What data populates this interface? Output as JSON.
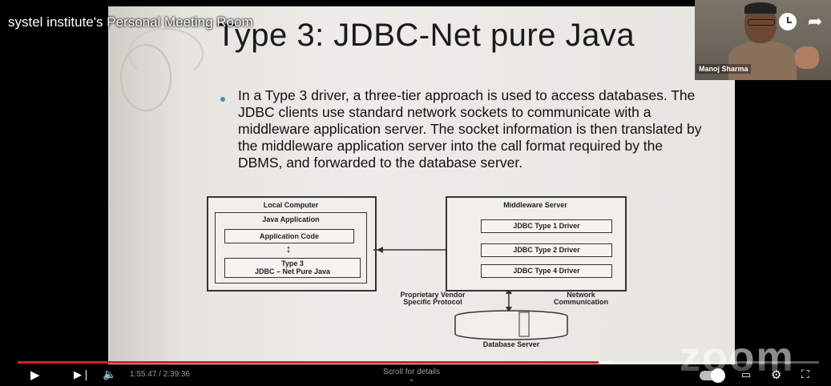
{
  "video": {
    "overlay_title": "systel institute's Personal Meeting Room",
    "time_current": "1:55:47",
    "time_separator": " / ",
    "time_total": "2:39:36",
    "progress": 0.725,
    "buffered": 0.74,
    "scroll_hint": "Scroll for details",
    "blurred_caption": "",
    "watermark": "zoom"
  },
  "participant": {
    "name": "Manoj Sharma"
  },
  "slide": {
    "title": "Type 3: JDBC-Net pure Java",
    "body": "In a Type 3 driver, a three-tier approach is used to access databases. The JDBC clients use standard network sockets to communicate with a middleware application server. The socket information is then translated by the middleware application server into the call format required by the DBMS, and forwarded to the database server.",
    "diagram": {
      "local_computer": "Local Computer",
      "java_application": "Java Application",
      "application_code": "Application Code",
      "type3_line1": "Type 3",
      "type3_line2": "JDBC – Net Pure Java",
      "middleware_server": "Middleware Server",
      "driver1": "JDBC Type 1 Driver",
      "driver2": "JDBC Type 2 Driver",
      "driver4": "JDBC Type 4 Driver",
      "proprietary_line1": "Proprietary Vendor",
      "proprietary_line2": "Specific Protocol",
      "network_line1": "Network",
      "network_line2": "Communication",
      "database_server": "Database Server"
    }
  },
  "icons": {
    "play": "play-icon",
    "next": "next-icon",
    "volume": "volume-icon",
    "settings": "gear-icon",
    "fullscreen": "fullscreen-icon"
  }
}
